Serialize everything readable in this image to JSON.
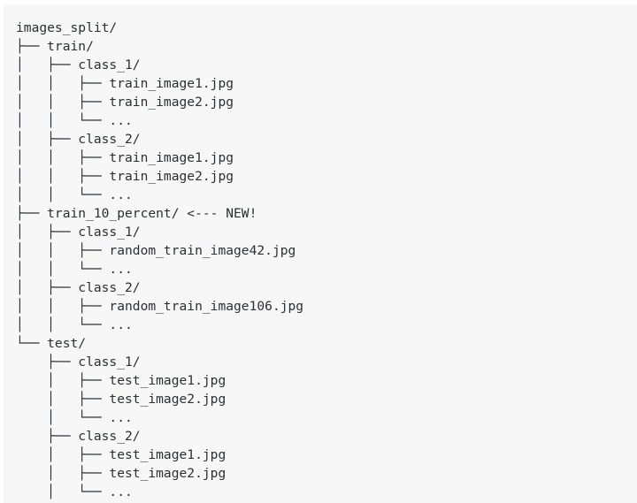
{
  "code_block": {
    "lines": [
      "images_split/",
      "├── train/",
      "│   ├── class_1/",
      "│   │   ├── train_image1.jpg",
      "│   │   ├── train_image2.jpg",
      "│   │   └── ...",
      "│   ├── class_2/",
      "│   │   ├── train_image1.jpg",
      "│   │   ├── train_image2.jpg",
      "│   │   └── ...",
      "├── train_10_percent/ <--- NEW!",
      "│   ├── class_1/",
      "│   │   ├── random_train_image42.jpg",
      "│   │   └── ...",
      "│   ├── class_2/",
      "│   │   ├── random_train_image106.jpg",
      "│   │   └── ...",
      "└── test/",
      "    ├── class_1/",
      "    │   ├── test_image1.jpg",
      "    │   ├── test_image2.jpg",
      "    │   └── ...",
      "    ├── class_2/",
      "    │   ├── test_image1.jpg",
      "    │   ├── test_image2.jpg",
      "    │   └── ..."
    ]
  }
}
